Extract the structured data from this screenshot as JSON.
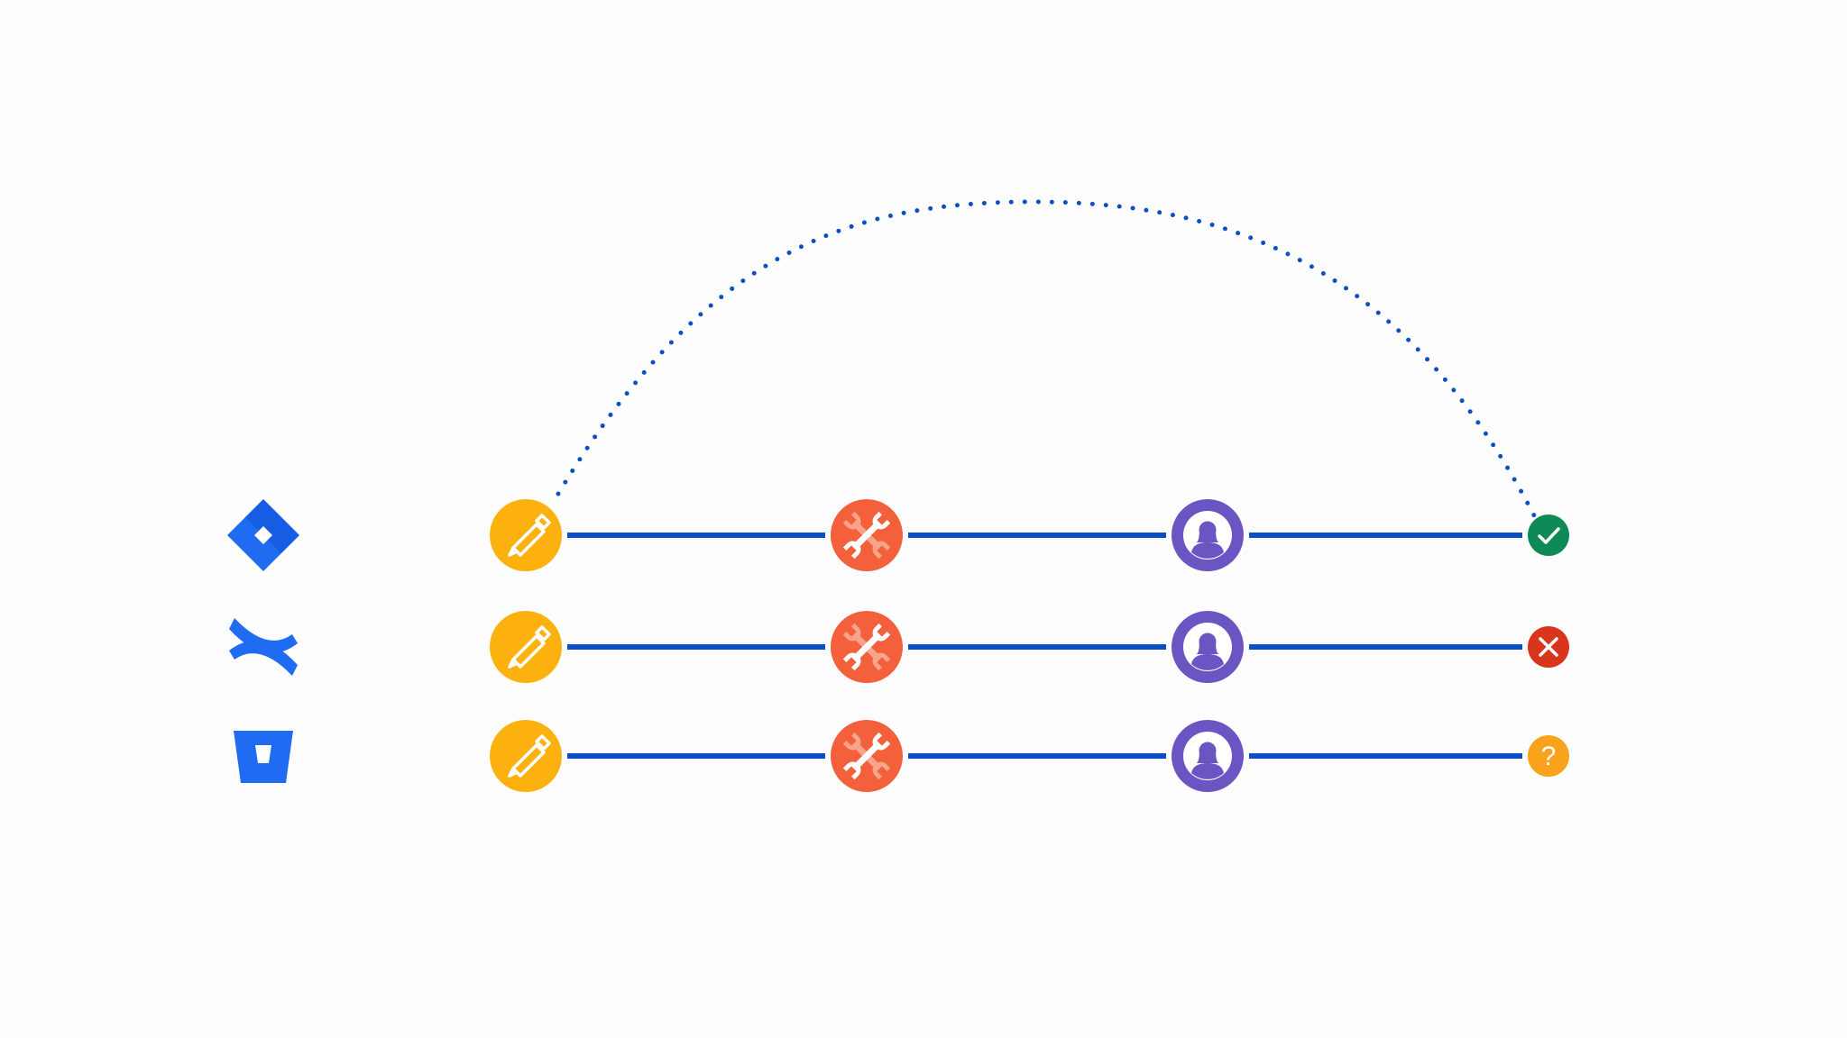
{
  "colors": {
    "background": "#fdfdfd",
    "connector": "#0b4fc7",
    "dotted_arc": "#0b4fc7",
    "app_logo": "#1f6bf2",
    "app_logo_dark": "#0f4fd6",
    "draft_stage": "#fdb10e",
    "build_stage": "#f4603c",
    "build_stage_light": "#f7a48b",
    "review_stage": "#6b55c2",
    "status_success": "#0e8a56",
    "status_failure": "#d9341c",
    "status_unknown": "#f9a21b",
    "glyph": "#ffffff"
  },
  "stages": [
    {
      "name": "draft",
      "icon": "pencil-icon",
      "color_key": "draft_stage"
    },
    {
      "name": "build",
      "icon": "wrenches-icon",
      "color_key": "build_stage"
    },
    {
      "name": "review",
      "icon": "person-icon",
      "color_key": "review_stage"
    }
  ],
  "rows": [
    {
      "app_icon": "jira-logo-icon",
      "status": "success",
      "status_icon": "checkmark-icon",
      "status_color_key": "status_success"
    },
    {
      "app_icon": "confluence-logo-icon",
      "status": "failure",
      "status_icon": "cross-icon",
      "status_color_key": "status_failure"
    },
    {
      "app_icon": "bitbucket-logo-icon",
      "status": "unknown",
      "status_icon": "question-icon",
      "status_color_key": "status_unknown",
      "status_glyph": "?"
    }
  ],
  "shortcut": {
    "style": "dotted-arc",
    "from": "row-1-draft-stage",
    "to": "row-1-status"
  }
}
